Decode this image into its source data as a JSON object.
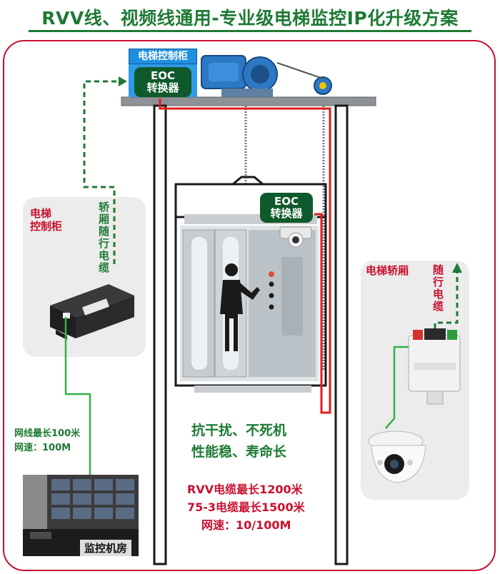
{
  "title": "RVV线、视频线通用-专业级电梯监控IP化升级方案",
  "top_unit": {
    "cabinet_label": "电梯控制柜",
    "eoc_label_line1": "EOC",
    "eoc_label_line2": "转换器"
  },
  "car_unit": {
    "eoc_label_line1": "EOC",
    "eoc_label_line2": "转换器"
  },
  "left_panel": {
    "title": "电梯\n控制柜",
    "cable_label": "轿厢随行电缆"
  },
  "right_panel": {
    "title": "电梯轿厢",
    "cable_label": "随行电缆"
  },
  "network_info": {
    "line1": "网线最长100米",
    "line2": "网速：100M"
  },
  "features": {
    "line1": "抗干扰、不死机",
    "line2": "性能稳、寿命长"
  },
  "specs": {
    "line1": "RVV电缆最长1200米",
    "line2": "75-3电缆最长1500米",
    "line3": "网速：10/100M"
  },
  "monitor_room": {
    "caption": "监控机房"
  },
  "colors": {
    "brand_green": "#1e7a34",
    "dark_green": "#0f5a2c",
    "alert_red": "#c8102e",
    "cable_red": "#e01d1d",
    "cable_green": "#37b04a",
    "cabinet_blue": "#1f8fe0"
  }
}
